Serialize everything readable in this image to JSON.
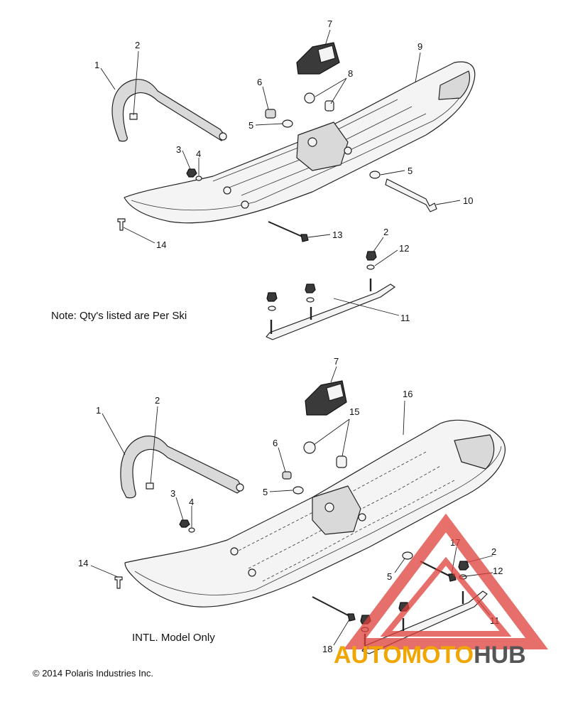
{
  "notes": {
    "qty_note": "Note: Qty's listed are Per Ski",
    "intl_note": "INTL. Model Only",
    "copyright": "© 2014 Polaris Industries Inc."
  },
  "watermark": {
    "part1": "AUTOMOTO",
    "part2": "HUB",
    "color1": "#f0a500",
    "color2": "#555555",
    "triangle_color": "#e0403a"
  },
  "top_assembly": {
    "callouts": [
      "1",
      "2",
      "9",
      "7",
      "8",
      "6",
      "5",
      "3",
      "4",
      "5",
      "10",
      "13",
      "14",
      "2",
      "12",
      "11"
    ]
  },
  "bottom_assembly": {
    "callouts": [
      "1",
      "2",
      "7",
      "16",
      "15",
      "6",
      "5",
      "3",
      "4",
      "14",
      "17",
      "2",
      "5",
      "12",
      "11",
      "18"
    ]
  }
}
